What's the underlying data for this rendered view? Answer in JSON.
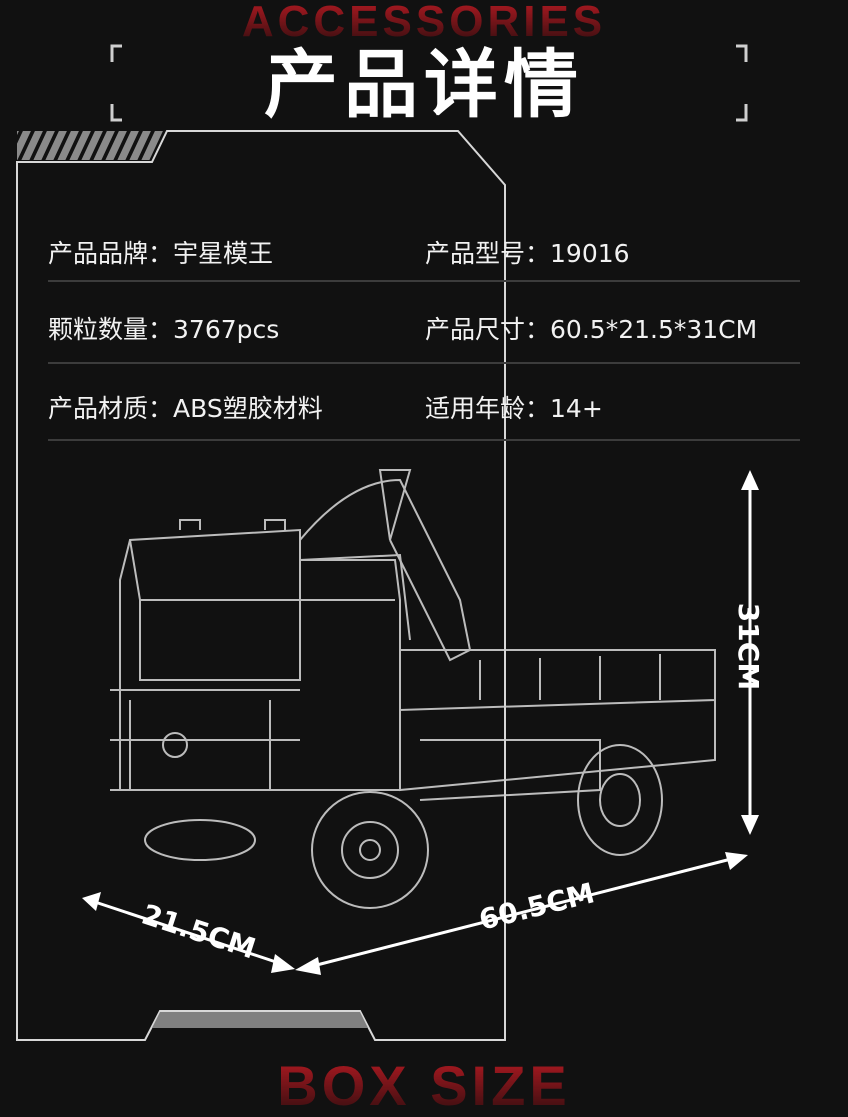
{
  "header": {
    "ghost_text": "ACCESSORIES",
    "title": "产品详情"
  },
  "specs": [
    {
      "label": "产品品牌",
      "value": "宇星模王"
    },
    {
      "label": "产品型号",
      "value": "19016"
    },
    {
      "label": "颗粒数量",
      "value": "3767pcs"
    },
    {
      "label": "产品尺寸",
      "value": "60.5*21.5*31CM"
    },
    {
      "label": "产品材质",
      "value": "ABS塑胶材料"
    },
    {
      "label": "适用年龄",
      "value": "14+"
    }
  ],
  "dimensions": {
    "height": "31CM",
    "length": "60.5CM",
    "width": "21.5CM"
  },
  "footer": {
    "ghost_text": "BOX SIZE"
  },
  "colors": {
    "background": "#111111",
    "accent_red": "#b01a22",
    "frame": "#d8d8d8",
    "hatch": "#8a8a8a"
  }
}
